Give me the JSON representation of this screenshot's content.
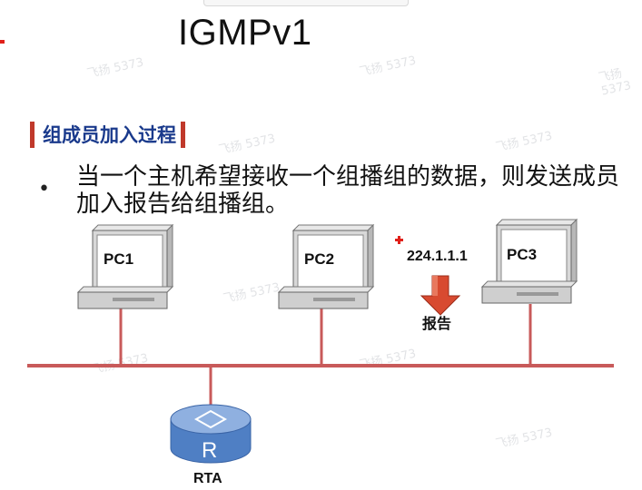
{
  "slide": {
    "title": "IGMPv1",
    "section_title": "组成员加入过程",
    "bullet_text": "当一个主机希望接收一个组播组的数据，则发送成员加入报告给组播组。",
    "bullet_symbol": "•"
  },
  "diagram": {
    "pcs": [
      {
        "label": "PC1"
      },
      {
        "label": "PC2"
      },
      {
        "label": "PC3"
      }
    ],
    "group_address": "224.1.1.1",
    "report_label": "报告",
    "router_label": "RTA",
    "router_symbol": "R"
  },
  "watermark": {
    "text": "飞扬 5373"
  },
  "colors": {
    "network_line": "#c85a5a",
    "section_bar": "#c0392b",
    "section_text": "#1a3a8c",
    "arrow": "#d84a30",
    "router": "#5a86c8",
    "star": "#e0201a"
  }
}
